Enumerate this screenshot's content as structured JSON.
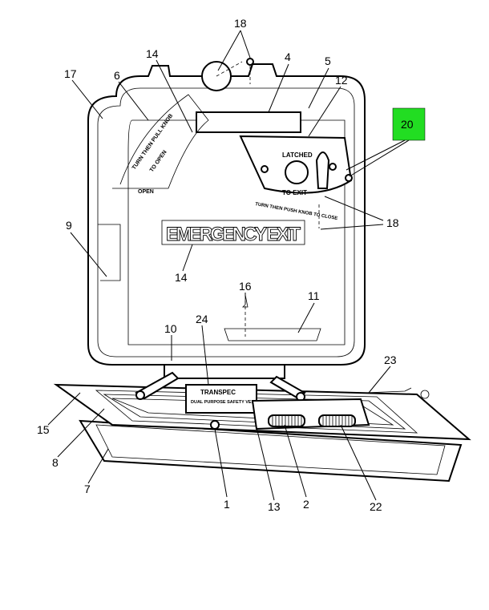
{
  "callouts": {
    "c18_top": "18",
    "c4": "4",
    "c5": "5",
    "c14_top": "14",
    "c6": "6",
    "c17": "17",
    "c12": "12",
    "c20": "20",
    "c9": "9",
    "c18_right": "18",
    "c14_mid": "14",
    "c16": "16",
    "c11": "11",
    "c10": "10",
    "c24": "24",
    "c23": "23",
    "c15": "15",
    "c8": "8",
    "c7": "7",
    "c1": "1",
    "c13": "13",
    "c2": "2",
    "c22": "22"
  },
  "decals": {
    "emergency_exit": "EMERGENCY EXIT",
    "turn_pull": "TURN THEN PULL KNOB",
    "to_open": "TO OPEN",
    "open": "OPEN",
    "latched": "LATCHED",
    "to_exit": "TO EXIT",
    "turn_push": "TURN THEN PUSH KNOB TO CLOSE",
    "brand": "TRANSPEC",
    "product": "DUAL PURPOSE SAFETY VENT"
  },
  "colors": {
    "highlight": "#22dd22"
  }
}
